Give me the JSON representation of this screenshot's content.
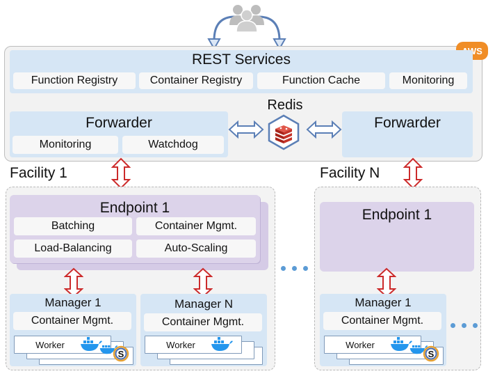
{
  "aws": {
    "label": "AWS"
  },
  "rest": {
    "title": "REST Services",
    "items": [
      "Function Registry",
      "Container Registry",
      "Function Cache",
      "Monitoring"
    ]
  },
  "redis": {
    "label": "Redis"
  },
  "forwarder_left": {
    "title": "Forwarder",
    "items": [
      "Monitoring",
      "Watchdog"
    ]
  },
  "forwarder_right": {
    "title": "Forwarder"
  },
  "facility1": {
    "label": "Facility 1",
    "endpoint": {
      "title": "Endpoint 1",
      "items": [
        "Batching",
        "Container Mgmt.",
        "Load-Balancing",
        "Auto-Scaling"
      ]
    },
    "managers": [
      {
        "title": "Manager 1",
        "mgmt": "Container Mgmt.",
        "worker": "Worker"
      },
      {
        "title": "Manager N",
        "mgmt": "Container Mgmt.",
        "worker": "Worker"
      }
    ]
  },
  "facilityN": {
    "label": "Facility N",
    "endpoint": {
      "title": "Endpoint 1"
    },
    "manager": {
      "title": "Manager 1",
      "mgmt": "Container Mgmt.",
      "worker": "Worker"
    }
  },
  "colors": {
    "arrow_red": "#cc2b2b",
    "arrow_blue": "#5b7fb6",
    "aws_orange": "#f08d26",
    "redis_red": "#d33a2c"
  }
}
